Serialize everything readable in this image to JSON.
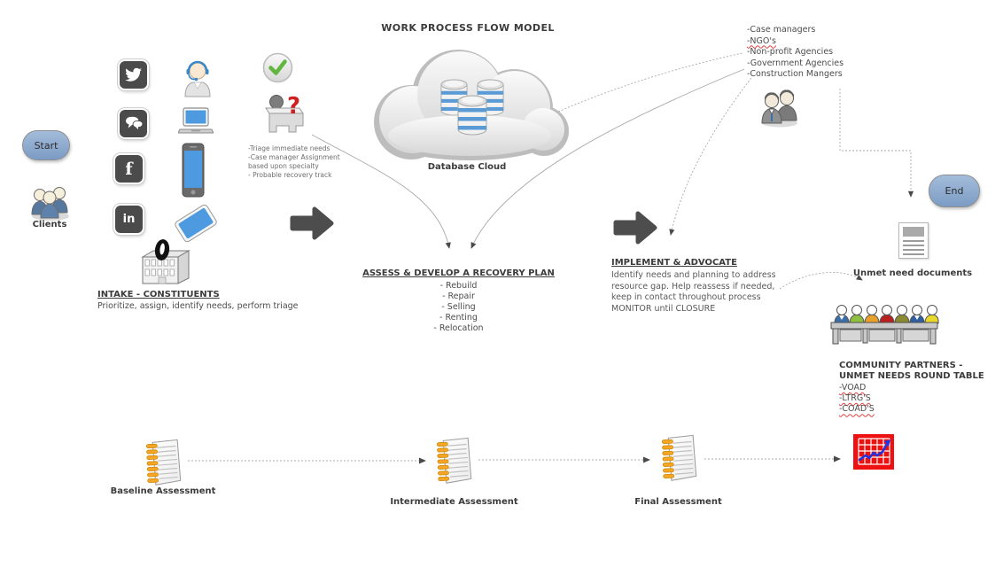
{
  "title": "WORK PROCESS FLOW MODEL",
  "start": {
    "label": "Start"
  },
  "end": {
    "label": "End"
  },
  "clients": {
    "label": "Clients"
  },
  "intake": {
    "title": "INTAKE - CONSTITUENTS",
    "subtitle": "Prioritize, assign, identify needs, perform triage"
  },
  "triage_notes": {
    "lines": [
      "-Triage  immediate needs",
      "-Case  manager Assignment",
      "based upon specialty",
      " - Probable recovery track"
    ]
  },
  "cloud": {
    "label": "Database Cloud"
  },
  "assess": {
    "title": "ASSESS & DEVELOP A RECOVERY PLAN",
    "items": [
      "-  Rebuild",
      "- Repair",
      "- Selling",
      "-  Renting",
      "-  Relocation"
    ]
  },
  "implement": {
    "title": "IMPLEMENT & ADVOCATE",
    "lines": [
      "Identify needs and planning to address",
      "resource gap. Help reassess if needed,",
      "keep in contact throughout process",
      "MONITOR until CLOSURE"
    ]
  },
  "agencies": {
    "lines": [
      "-Case managers",
      "-NGO's",
      "-Non-profit Agencies",
      "-Government Agencies",
      "-Construction Mangers"
    ]
  },
  "unmet_docs": {
    "label": "Unmet need documents"
  },
  "community": {
    "title_lines": [
      "COMMUNITY PARTNERS -",
      "UNMET NEEDS ROUND TABLE"
    ],
    "items": [
      "-VOAD",
      "-LTRG'S",
      "-COAD'S"
    ]
  },
  "assessments": {
    "baseline": "Baseline Assessment",
    "intermediate": "Intermediate Assessment",
    "final": "Final Assessment"
  },
  "icons": {
    "facebook_glyph": "f",
    "linkedin_glyph": "in",
    "question_glyph": "?"
  },
  "colors": {
    "node_fill": "#8ca9cd",
    "dark_arrow": "#4d4d4d",
    "device_blue": "#4d9ae0",
    "chart_red": "#ee1111",
    "binding_orange": "#f5a623",
    "spellcheck_red": "#e04040"
  }
}
